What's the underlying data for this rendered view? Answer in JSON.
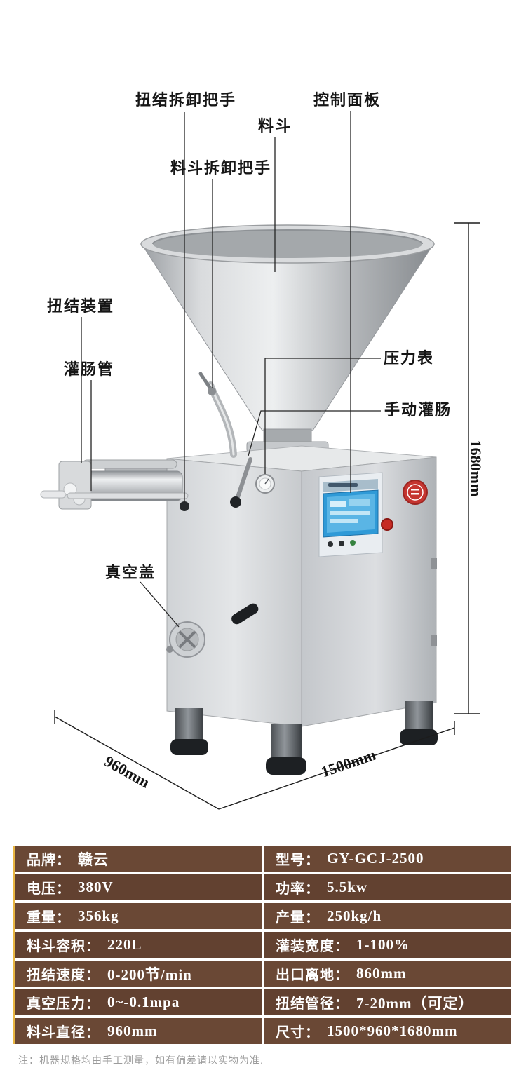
{
  "callouts": {
    "twist_detach_handle": "扭结拆卸把手",
    "control_panel": "控制面板",
    "hopper": "料斗",
    "hopper_detach_handle": "料斗拆卸把手",
    "twist_device": "扭结装置",
    "filling_tube": "灌肠管",
    "pressure_gauge": "压力表",
    "manual_filling": "手动灌肠",
    "vacuum_cover": "真空盖"
  },
  "dimensions": {
    "height": "1680mm",
    "depth": "960mm",
    "width": "1500mm"
  },
  "colors": {
    "table_row_brown": "#6a4835",
    "accent_gold": "#e9b642",
    "screen_blue": "#2f9ad7",
    "logo_red": "#c53530"
  },
  "spec": {
    "rows": [
      [
        {
          "k": "品牌：",
          "v": "赣云"
        },
        {
          "k": "型号：",
          "v": "GY-GCJ-2500"
        }
      ],
      [
        {
          "k": "电压：",
          "v": "380V"
        },
        {
          "k": "功率：",
          "v": "5.5kw"
        }
      ],
      [
        {
          "k": "重量：",
          "v": "356kg"
        },
        {
          "k": "产量：",
          "v": "250kg/h"
        }
      ],
      [
        {
          "k": "料斗容积：",
          "v": "220L"
        },
        {
          "k": "灌装宽度：",
          "v": "1-100%"
        }
      ],
      [
        {
          "k": "扭结速度：",
          "v": "0-200节/min"
        },
        {
          "k": "出口离地：",
          "v": "860mm"
        }
      ],
      [
        {
          "k": "真空压力：",
          "v": "0~-0.1mpa"
        },
        {
          "k": "扭结管径：",
          "v": "7-20mm（可定）"
        }
      ],
      [
        {
          "k": "料斗直径：",
          "v": "960mm"
        },
        {
          "k": "尺寸：",
          "v": "1500*960*1680mm"
        }
      ]
    ],
    "note": "注：机器规格均由手工测量，如有偏差请以实物为准."
  }
}
